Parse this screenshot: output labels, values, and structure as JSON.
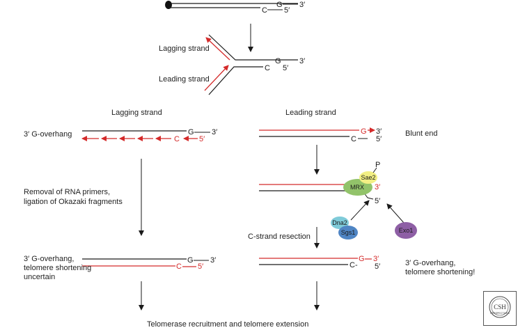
{
  "labels": {
    "lagging_top": "Lagging strand",
    "leading_top": "Leading strand",
    "lagging_col": "Lagging strand",
    "leading_col": "Leading strand",
    "overhang_left": "3′ G-overhang",
    "blunt_end": "Blunt end",
    "removal_line1": "Removal of RNA primers,",
    "removal_line2": "ligation of Okazaki fragments",
    "cstrand": "C-strand resection",
    "overhang_bottom_left_1": "3′ G-overhang,",
    "overhang_bottom_left_2": "telomere shortening",
    "overhang_bottom_left_3": "uncertain",
    "overhang_bottom_right_1": "3′ G-overhang,",
    "overhang_bottom_right_2": "telomere shortening!",
    "final": "Telomerase recruitment and telomere extension"
  },
  "bases": {
    "g": "G",
    "c": "C",
    "three_prime": "3′",
    "five_prime": "5′",
    "c_dash": "C-",
    "phosphate": "P"
  },
  "proteins": {
    "mrx": "MRX",
    "sae2": "Sae2",
    "dna2": "Dna2",
    "sgs1": "Sgs1",
    "exo1": "Exo1"
  },
  "colors": {
    "dna": "#1a1a1a",
    "rna": "#d42a2a",
    "mrx": "#92c36a",
    "sae2": "#f2ef84",
    "dna2": "#7fcbd9",
    "sgs1": "#4f85c4",
    "exo1": "#8e5fa5"
  },
  "logo": {
    "text": "CSH",
    "subtext": "PERSPECTIVES"
  }
}
